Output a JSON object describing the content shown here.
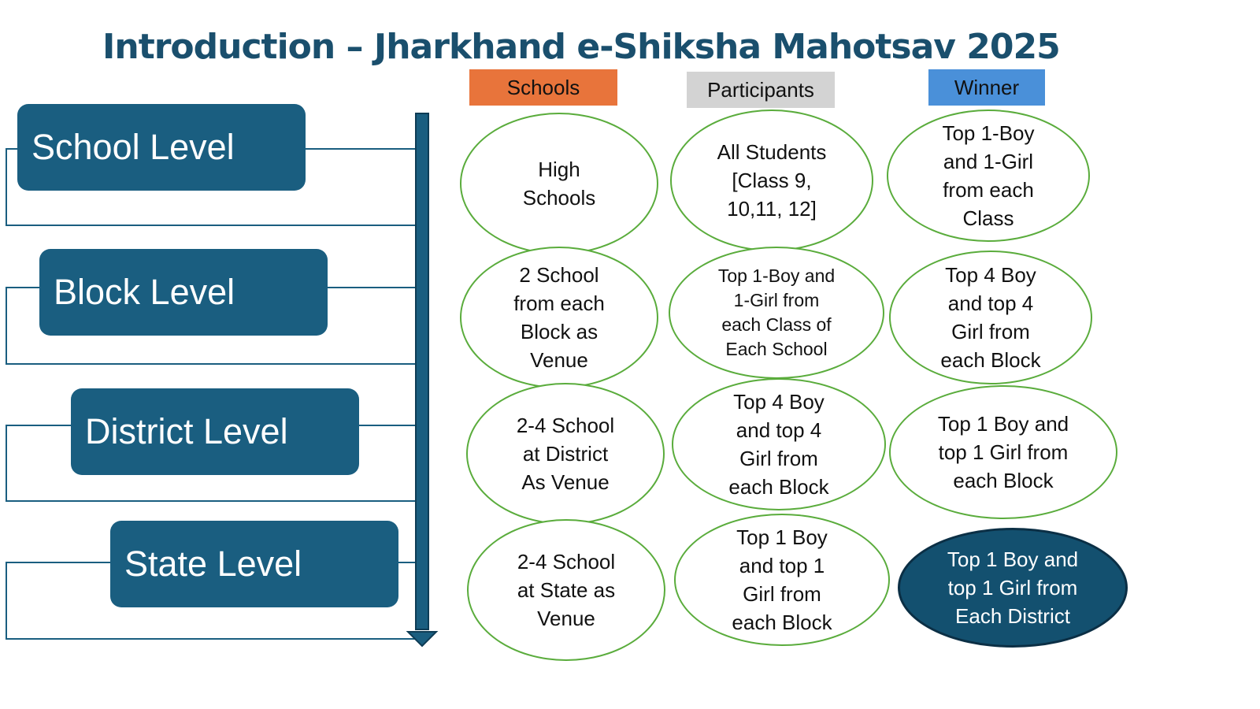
{
  "title": "Introduction – Jharkhand e-Shiksha Mahotsav 2025",
  "colors": {
    "primary": "#1a5e80",
    "schools_header": "#e8743b",
    "participants_header": "#d3d3d3",
    "winner_header": "#4a90d9",
    "ellipse_border": "#5aac3c",
    "highlight": "#13506f"
  },
  "columns": {
    "schools": "Schools",
    "participants": "Participants",
    "winner": "Winner"
  },
  "levels": [
    {
      "name": "School Level",
      "schools": "High\nSchools",
      "participants": "All Students\n[Class 9,\n10,11, 12]",
      "winner": "Top 1-Boy\nand 1-Girl\nfrom each\nClass"
    },
    {
      "name": "Block Level",
      "schools": "2 School\nfrom each\nBlock as\nVenue",
      "participants": "Top 1-Boy and\n1-Girl from\neach Class of\nEach School",
      "winner": "Top 4 Boy\nand top 4\nGirl from\neach Block"
    },
    {
      "name": "District Level",
      "schools": "2-4 School\nat District\nAs Venue",
      "participants": "Top 4 Boy\nand top 4\nGirl from\neach Block",
      "winner": "Top 1 Boy and\ntop 1 Girl from\neach Block"
    },
    {
      "name": "State Level",
      "schools": "2-4 School\nat State as\nVenue",
      "participants": "Top 1 Boy\nand top 1\nGirl from\neach Block",
      "winner": "Top 1 Boy and\ntop 1 Girl from\nEach District"
    }
  ]
}
